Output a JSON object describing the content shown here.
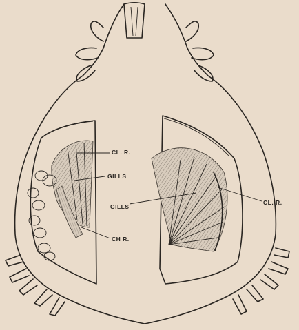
{
  "labels": {
    "cl_r_left": "CL. R.",
    "gills_left": "GILLS",
    "gills_right": "GILLS",
    "ch_r": "CH R.",
    "cl_r_right": "CL. R."
  },
  "colors": {
    "paper": "#eadccb",
    "ink": "#2a2622",
    "shading": "#cfc3b4"
  }
}
